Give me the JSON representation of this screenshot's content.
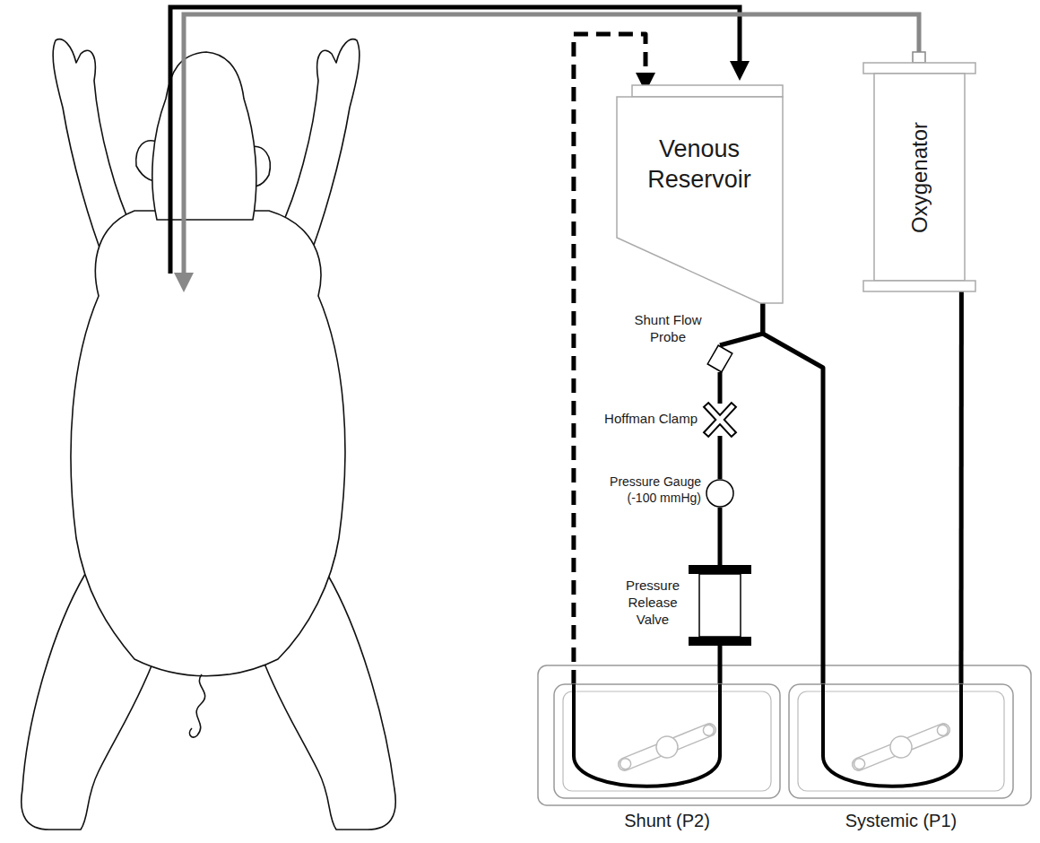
{
  "diagram": {
    "nodes": [
      {
        "text": [
          "Venous Reservoir"
        ]
      },
      {
        "text": [
          "Oxygenator"
        ]
      },
      {
        "text": [
          "Shunt Flow Probe"
        ]
      },
      {
        "text": [
          "Hoffman Clamp"
        ]
      },
      {
        "text": [
          "Pressure Gauge (-100 mmHg)"
        ]
      },
      {
        "text": [
          "Pressure Release Valve"
        ]
      },
      {
        "text": [
          "Shunt (P2)"
        ]
      },
      {
        "text": [
          "Systemic (P1)"
        ]
      }
    ],
    "edges": [
      {
        "from": 0,
        "to": 2,
        "arrow": "none"
      },
      {
        "from": 0,
        "to": 7,
        "arrow": "none"
      },
      {
        "from": 2,
        "to": 3,
        "arrow": "none"
      },
      {
        "from": 3,
        "to": 4,
        "arrow": "none"
      },
      {
        "from": 4,
        "to": 5,
        "arrow": "none"
      },
      {
        "from": 5,
        "to": 6,
        "arrow": "none"
      },
      {
        "from": 6,
        "to": 0,
        "arrow": "to"
      },
      {
        "from": 7,
        "to": 1,
        "arrow": "none"
      }
    ]
  }
}
